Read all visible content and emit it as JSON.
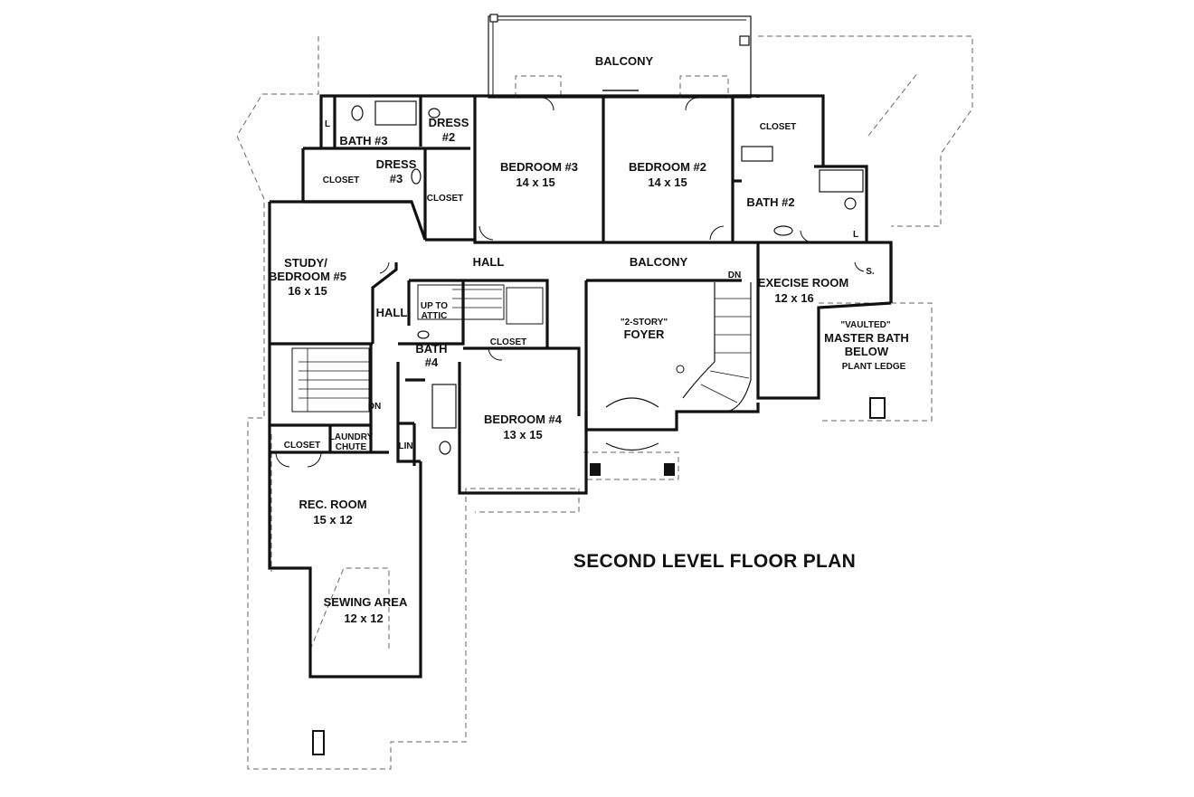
{
  "title": "SECOND LEVEL FLOOR PLAN",
  "rooms": {
    "balcony_top": "BALCONY",
    "bath3": "BATH #3",
    "dress2_a": "DRESS",
    "dress2_b": "#2",
    "dress3_a": "DRESS",
    "dress3_b": "#3",
    "closet_bath3": "CLOSET",
    "closet_dress2": "CLOSET",
    "closet_bath2": "CLOSET",
    "bedroom3_name": "BEDROOM #3",
    "bedroom3_size": "14 x 15",
    "bedroom2_name": "BEDROOM #2",
    "bedroom2_size": "14 x 15",
    "bath2": "BATH #2",
    "l_bath3": "L",
    "l_bath2": "L",
    "study_name_a": "STUDY/",
    "study_name_b": "BEDROOM #5",
    "study_size": "16 x 15",
    "hall_upper": "HALL",
    "hall_left": "HALL",
    "balcony_mid": "BALCONY",
    "exercise_name": "EXECISE ROOM",
    "exercise_size": "12 x 16",
    "s_label": "S.",
    "dn_stair_right": "DN",
    "up_attic_a": "UP TO",
    "up_attic_b": "ATTIC",
    "foyer_a": "\"2-STORY\"",
    "foyer_b": "FOYER",
    "vaulted_a": "\"VAULTED\"",
    "vaulted_b": "MASTER BATH",
    "vaulted_c": "BELOW",
    "plant_ledge": "PLANT LEDGE",
    "bath4_a": "BATH",
    "bath4_b": "#4",
    "closet_hall": "CLOSET",
    "dn_stair_left": "DN",
    "bedroom4_name": "BEDROOM #4",
    "bedroom4_size": "13 x 15",
    "closet_rec": "CLOSET",
    "laundry_a": "LAUNDRY",
    "laundry_b": "CHUTE",
    "lin": "LIN.",
    "rec_name": "REC. ROOM",
    "rec_size": "15 x 12",
    "sewing_name": "SEWING AREA",
    "sewing_size": "12 x 12"
  }
}
